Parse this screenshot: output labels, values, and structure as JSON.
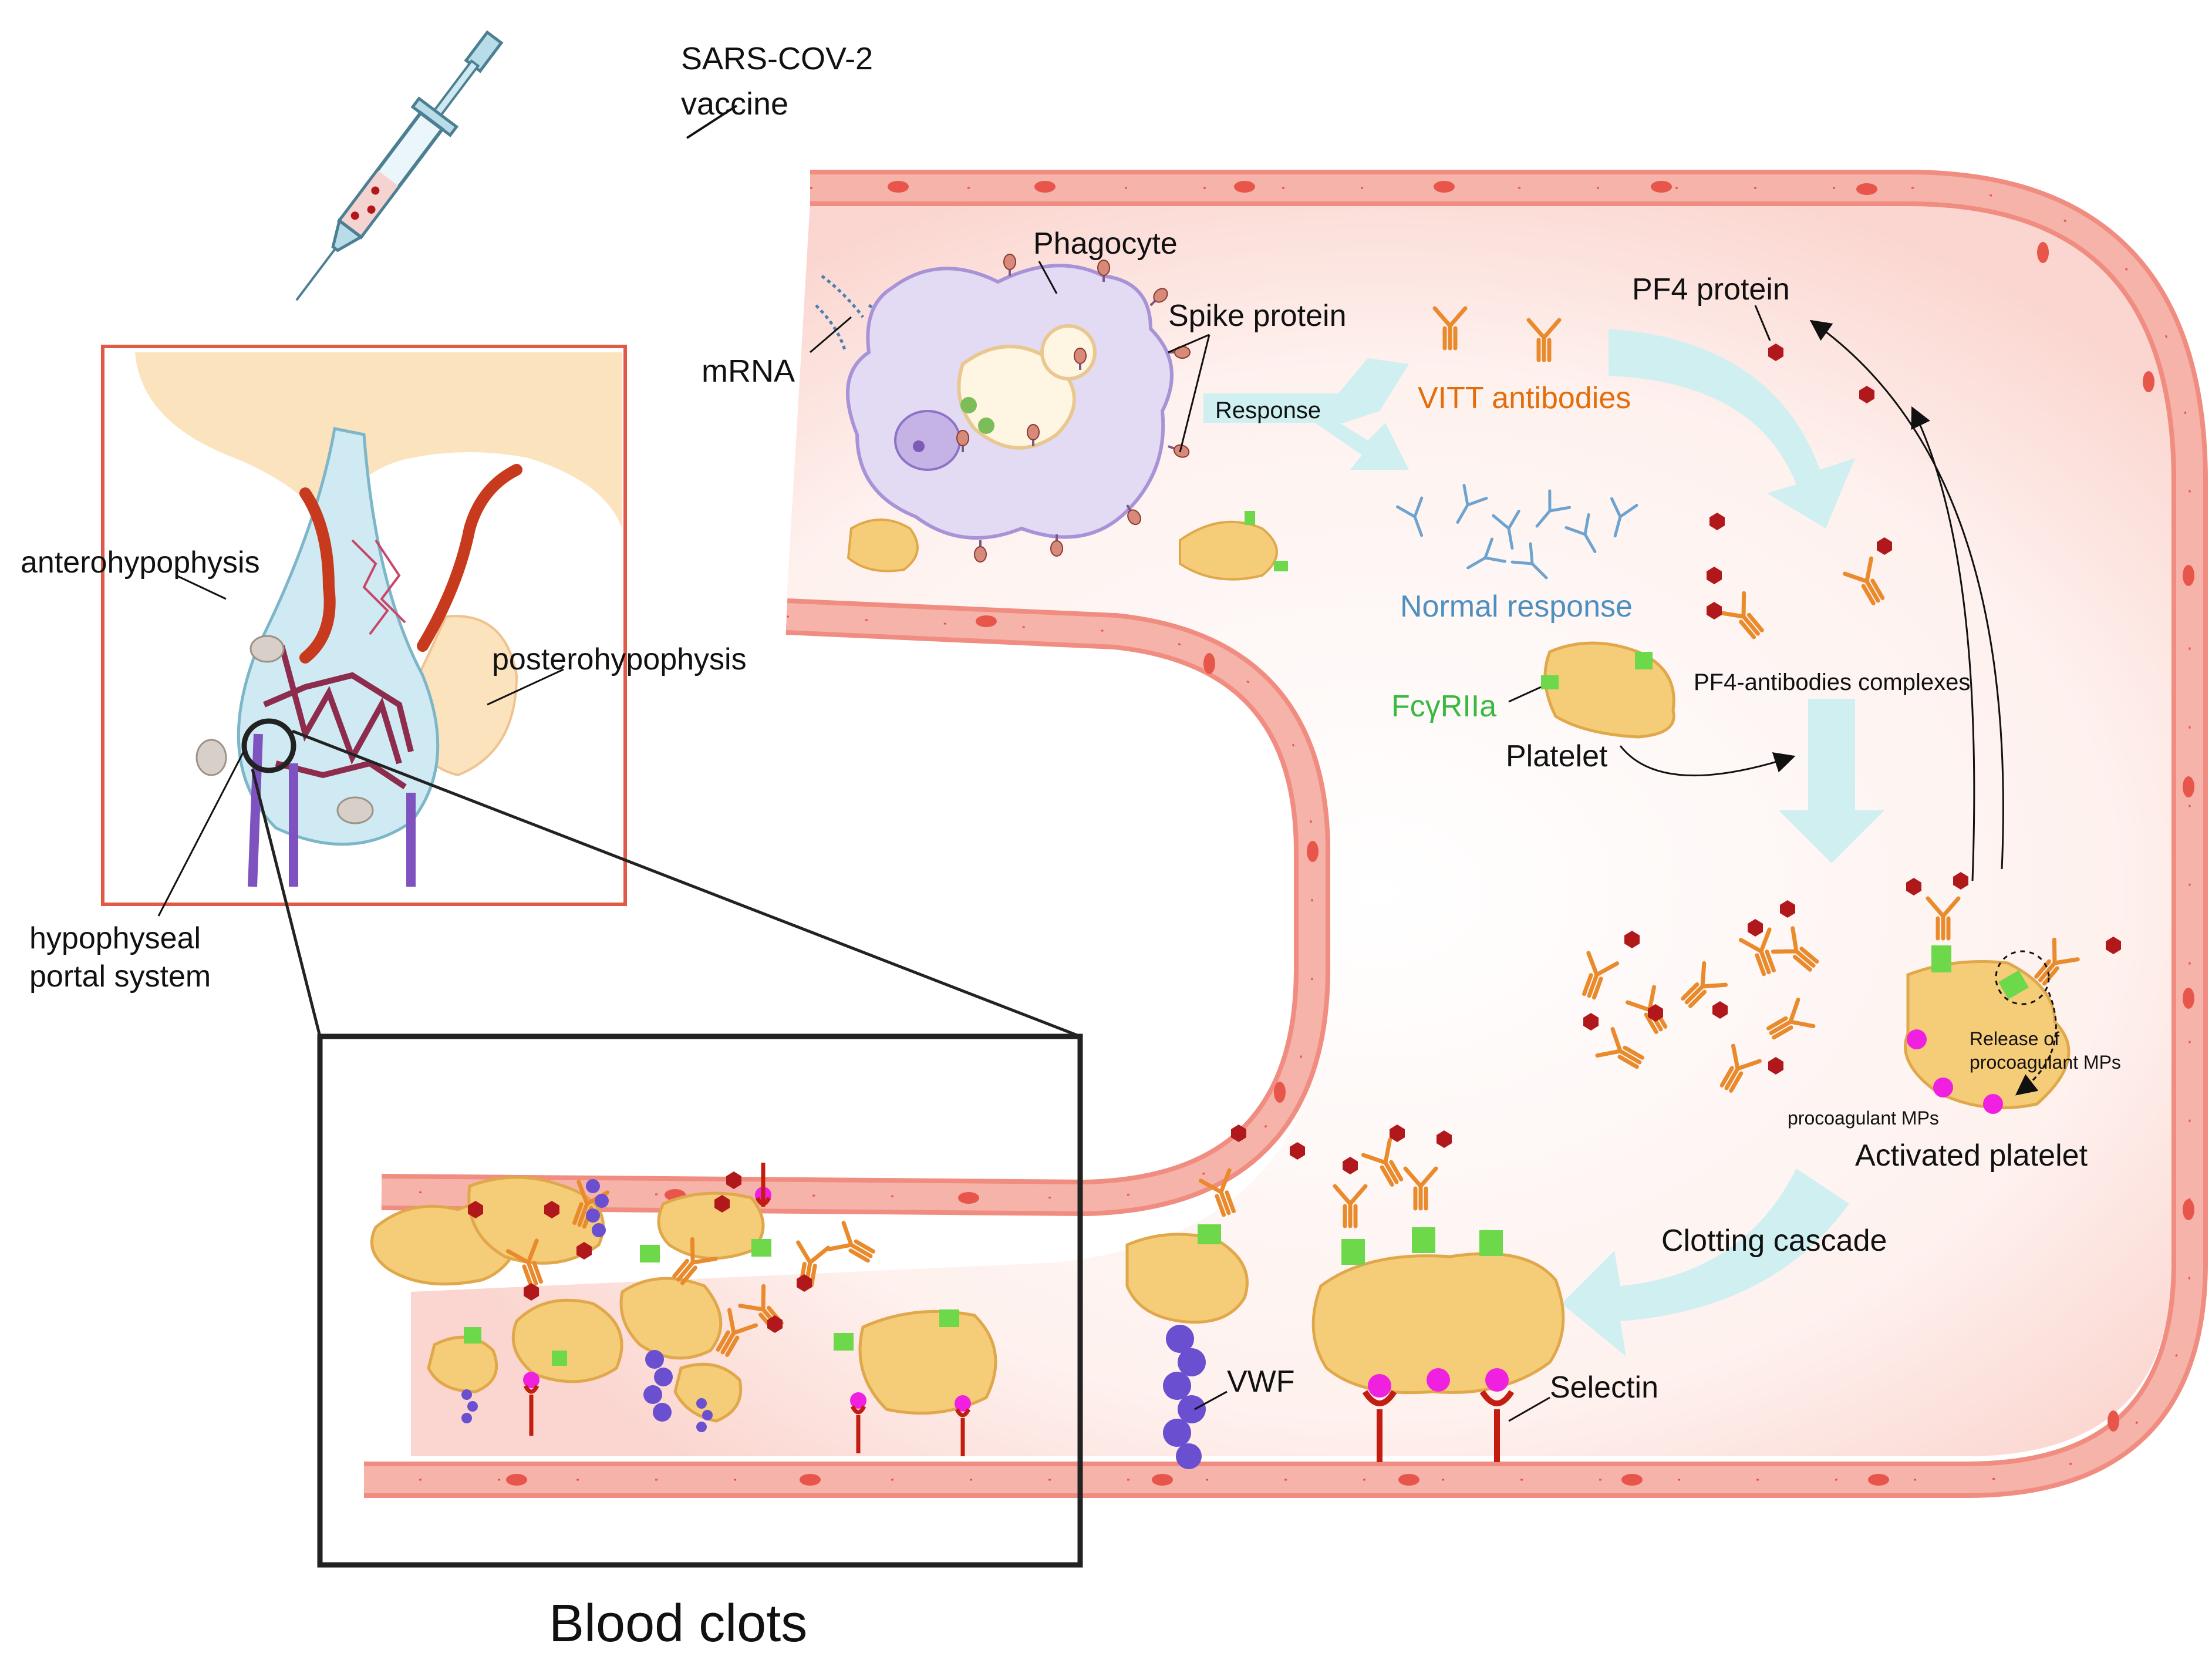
{
  "labels": {
    "vaccine_line1": "SARS-COV-2",
    "vaccine_line2": "vaccine",
    "phagocyte": "Phagocyte",
    "spike_protein": "Spike protein",
    "mrna": "mRNA",
    "response": "Response",
    "vitt_antibodies": "VITT antibodies",
    "normal_response": "Normal response",
    "pf4_protein": "PF4 protein",
    "pf4_complexes": "PF4-antibodies complexes",
    "fcgriia": "FcγRIIa",
    "platelet": "Platelet",
    "release_line1": "Release of",
    "release_line2": "procoagulant MPs",
    "procoagulant_mps": "procoagulant MPs",
    "activated_platelet": "Activated platelet",
    "clotting_cascade": "Clotting cascade",
    "vwf": "VWF",
    "selectin": "Selectin",
    "anterohypophysis": "anterohypophysis",
    "posterohypophysis": "posterohypophysis",
    "portal_line1": "hypophyseal",
    "portal_line2": "portal system",
    "blood_clots": "Blood clots"
  },
  "colors": {
    "vessel_wall": "#F08C80",
    "vessel_cell": "#E8564B",
    "lumen_glow": "#FDE3DF",
    "platelet": "#F5CC78",
    "antibody": "#E98A2C",
    "pf4": "#B0181B",
    "receptor": "#6DD84A",
    "mp": "#F020E0",
    "flow_arrow": "#CFEFF0",
    "normal_antibody": "#6FA3CF",
    "vwf": "#6A4FD0",
    "selectin": "#C21D10",
    "phagocyte": "#E3DAF4",
    "pituitary_frame": "#E25A45"
  }
}
